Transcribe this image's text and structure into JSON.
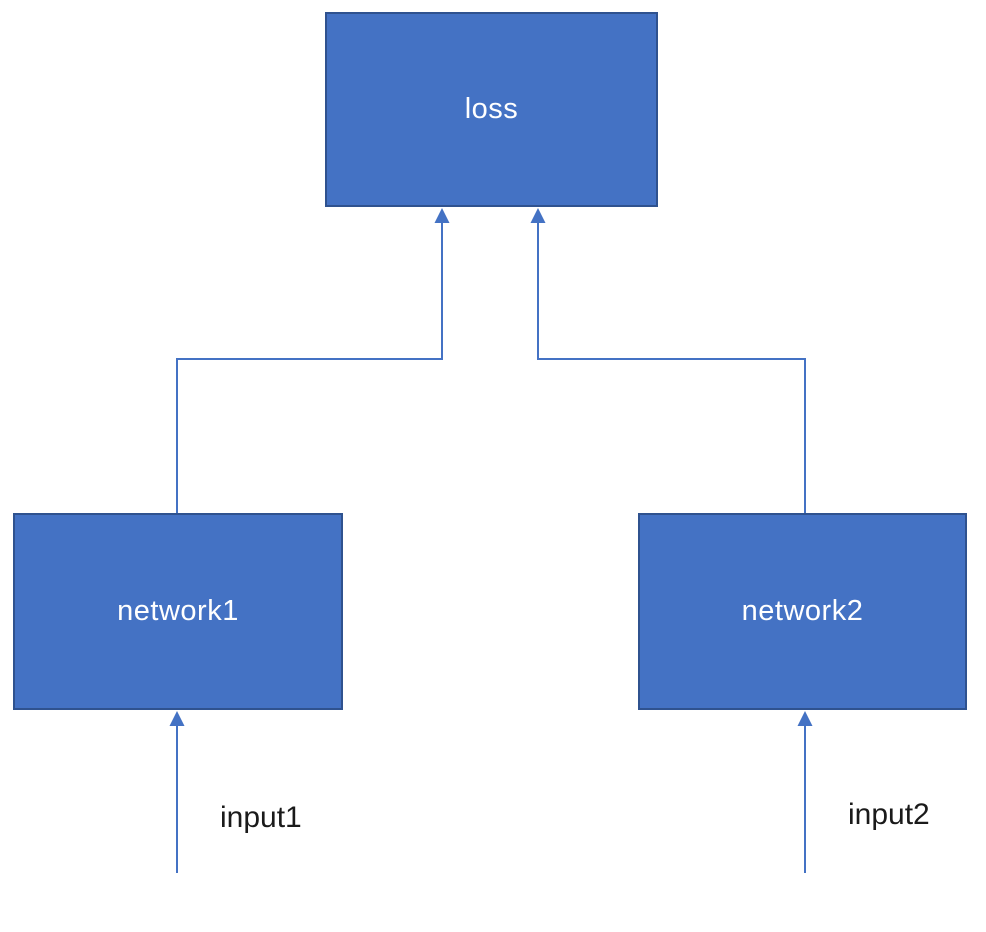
{
  "diagram": {
    "description": "Two networks feeding a shared loss",
    "nodes": [
      {
        "id": "loss",
        "label": "loss"
      },
      {
        "id": "network1",
        "label": "network1"
      },
      {
        "id": "network2",
        "label": "network2"
      }
    ],
    "input_labels": [
      {
        "id": "input1",
        "label": "input1"
      },
      {
        "id": "input2",
        "label": "input2"
      }
    ],
    "edges": [
      {
        "from": "network1",
        "to": "loss",
        "style": "elbow",
        "arrowhead": "triangle"
      },
      {
        "from": "network2",
        "to": "loss",
        "style": "elbow",
        "arrowhead": "triangle"
      },
      {
        "from": "input1",
        "to": "network1",
        "style": "straight",
        "arrowhead": "triangle"
      },
      {
        "from": "input2",
        "to": "network2",
        "style": "straight",
        "arrowhead": "triangle"
      }
    ]
  },
  "colors": {
    "node-fill": "#4472c4",
    "node-border": "#2f528f",
    "node-text": "#ffffff",
    "connector": "#4472c4",
    "label-text": "#1a1a1a",
    "background": "#ffffff"
  }
}
